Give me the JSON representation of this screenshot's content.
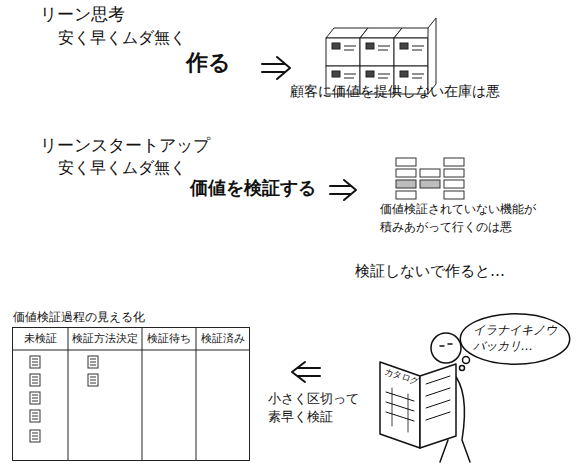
{
  "diagram": {
    "nodes": [
      {
        "text": [
          "価値検証過程の見える化"
        ]
      },
      {
        "text": [
          "イラナイキノウ バッカリ…"
        ]
      }
    ],
    "labels": [
      "リーン思考",
      "安く早くムダ無く",
      "作る",
      "顧客に価値を提供しない在庫は悪",
      "リーンスタートアップ",
      "安く早くムダ無く",
      "価値を検証する",
      "価値検証されていない機能が 積みあがって行くのは悪",
      "検証しないで作ると…",
      "未検証",
      "検証方法決定",
      "検証待ち",
      "検証済み",
      "小さく区切って 素早く検証",
      "カタログ"
    ]
  }
}
